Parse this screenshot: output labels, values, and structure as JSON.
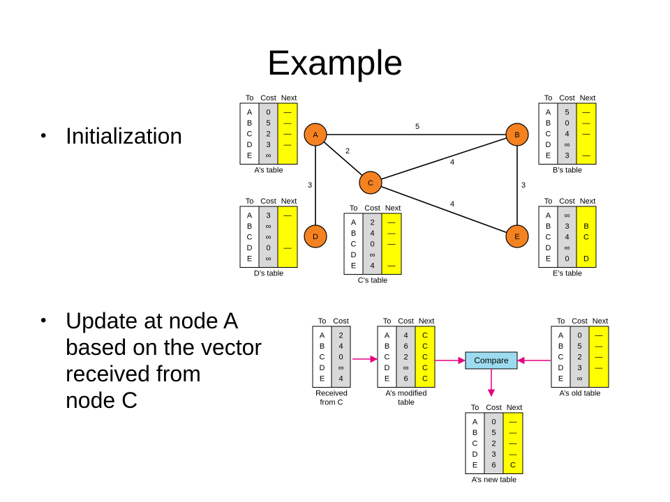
{
  "title": "Example",
  "bullets": [
    {
      "lines": [
        "Initialization"
      ]
    },
    {
      "lines": [
        "Update at node A",
        "based on the vector",
        "received from",
        "node C"
      ]
    }
  ],
  "colors": {
    "node_fill": "#f58220",
    "next_column": "#ffff00",
    "cost_column": "#d9d9d9",
    "compare_box": "#9ddcf0",
    "arrow": "#e6007e"
  },
  "headers": {
    "to": "To",
    "cost": "Cost",
    "next": "Next"
  },
  "graph": {
    "nodes": [
      "A",
      "B",
      "C",
      "D",
      "E"
    ],
    "edges": [
      {
        "from": "A",
        "to": "B",
        "cost": "5"
      },
      {
        "from": "A",
        "to": "C",
        "cost": "2"
      },
      {
        "from": "A",
        "to": "D",
        "cost": "3"
      },
      {
        "from": "C",
        "to": "B",
        "cost": "4"
      },
      {
        "from": "C",
        "to": "E",
        "cost": "4"
      },
      {
        "from": "B",
        "to": "E",
        "cost": "3"
      }
    ]
  },
  "tables": [
    {
      "id": "a-init",
      "caption": [
        "A’s table"
      ],
      "next": true,
      "to": [
        "A",
        "B",
        "C",
        "D",
        "E"
      ],
      "cost": [
        "0",
        "5",
        "2",
        "3",
        "∞"
      ],
      "next_vals": [
        "—",
        "—",
        "—",
        "—",
        ""
      ]
    },
    {
      "id": "b-init",
      "caption": [
        "B’s table"
      ],
      "next": true,
      "to": [
        "A",
        "B",
        "C",
        "D",
        "E"
      ],
      "cost": [
        "5",
        "0",
        "4",
        "∞",
        "3"
      ],
      "next_vals": [
        "—",
        "—",
        "—",
        "",
        "—"
      ]
    },
    {
      "id": "d-init",
      "caption": [
        "D’s table"
      ],
      "next": true,
      "to": [
        "A",
        "B",
        "C",
        "D",
        "E"
      ],
      "cost": [
        "3",
        "∞",
        "∞",
        "0",
        "∞"
      ],
      "next_vals": [
        "—",
        "",
        "",
        "—",
        ""
      ]
    },
    {
      "id": "c-init",
      "caption": [
        "C’s table"
      ],
      "next": true,
      "to": [
        "A",
        "B",
        "C",
        "D",
        "E"
      ],
      "cost": [
        "2",
        "4",
        "0",
        "∞",
        "4"
      ],
      "next_vals": [
        "—",
        "—",
        "—",
        "",
        "—"
      ]
    },
    {
      "id": "e-init",
      "caption": [
        "E’s table"
      ],
      "next": true,
      "to": [
        "A",
        "B",
        "C",
        "D",
        "E"
      ],
      "cost": [
        "∞",
        "3",
        "4",
        "∞",
        "0"
      ],
      "next_vals": [
        "",
        "B",
        "C",
        "",
        "D"
      ]
    },
    {
      "id": "received-c",
      "caption": [
        "Received",
        "from C"
      ],
      "next": false,
      "to": [
        "A",
        "B",
        "C",
        "D",
        "E"
      ],
      "cost": [
        "2",
        "4",
        "0",
        "∞",
        "4"
      ]
    },
    {
      "id": "a-modified",
      "caption": [
        "A’s modified",
        "table"
      ],
      "next": true,
      "to": [
        "A",
        "B",
        "C",
        "D",
        "E"
      ],
      "cost": [
        "4",
        "6",
        "2",
        "∞",
        "6"
      ],
      "next_vals": [
        "C",
        "C",
        "C",
        "C",
        "C"
      ]
    },
    {
      "id": "a-old",
      "caption": [
        "A’s old table"
      ],
      "next": true,
      "to": [
        "A",
        "B",
        "C",
        "D",
        "E"
      ],
      "cost": [
        "0",
        "5",
        "2",
        "3",
        "∞"
      ],
      "next_vals": [
        "—",
        "—",
        "—",
        "—",
        ""
      ]
    },
    {
      "id": "a-new",
      "caption": [
        "A’s new table"
      ],
      "next": true,
      "to": [
        "A",
        "B",
        "C",
        "D",
        "E"
      ],
      "cost": [
        "0",
        "5",
        "2",
        "3",
        "6"
      ],
      "next_vals": [
        "—",
        "—",
        "—",
        "—",
        "C"
      ]
    }
  ],
  "compare_label": "Compare"
}
